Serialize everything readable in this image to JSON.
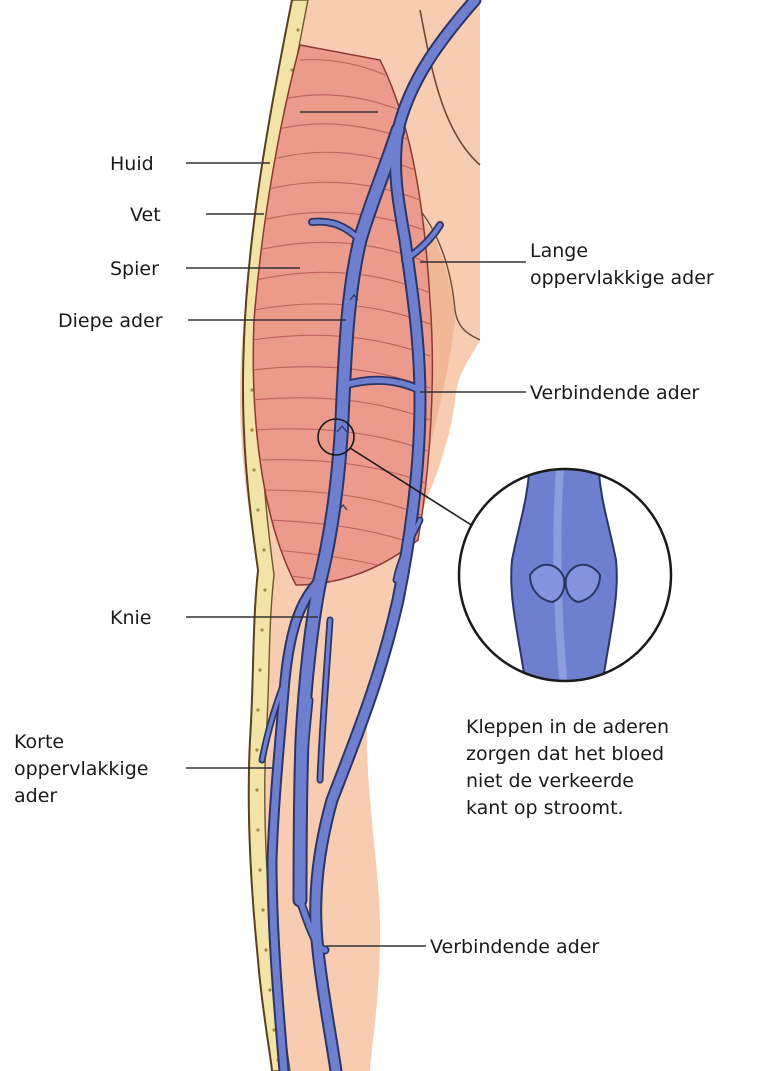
{
  "colors": {
    "skin": "#f8ccb0",
    "skin_shade": "#f0b896",
    "fat": "#f3e3a6",
    "muscle": "#eb9a8c",
    "vein": "#6f7fcf",
    "vein_outline": "#2b3566",
    "label_text": "#1a1a1a",
    "leader_line": "#333333"
  },
  "labels": {
    "huid": "Huid",
    "vet": "Vet",
    "spier": "Spier",
    "diepe_ader": "Diepe ader",
    "knie": "Knie",
    "korte_ader": [
      "Korte",
      "oppervlakkige",
      "ader"
    ],
    "lange_ader": [
      "Lange",
      "oppervlakkige ader"
    ],
    "verbindende_ader_boven": "Verbindende ader",
    "verbindende_ader_onder": "Verbindende ader"
  },
  "caption": {
    "lines": [
      "Kleppen in de aderen",
      "zorgen dat het bloed",
      "niet de verkeerde",
      "kant op stroomt."
    ]
  }
}
